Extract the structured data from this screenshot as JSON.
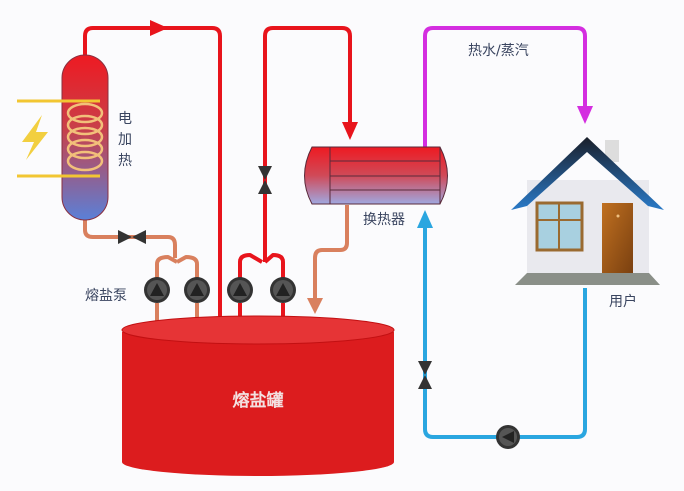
{
  "labels": {
    "heater": [
      "电",
      "加",
      "热"
    ],
    "pump": "熔盐泵",
    "tank": "熔盐罐",
    "exchanger": "换热器",
    "steam": "热水/蒸汽",
    "user": "用户"
  },
  "colors": {
    "hot_salt": "#e8141c",
    "cool_salt": "#d9805e",
    "steam": "#d42ee0",
    "water": "#2aa6e0",
    "tank": "#dc1c1e",
    "power": "#f2c632"
  },
  "icons": [
    "lightning-icon",
    "heater-coil",
    "valve-icon",
    "pump-icon",
    "house-icon"
  ]
}
